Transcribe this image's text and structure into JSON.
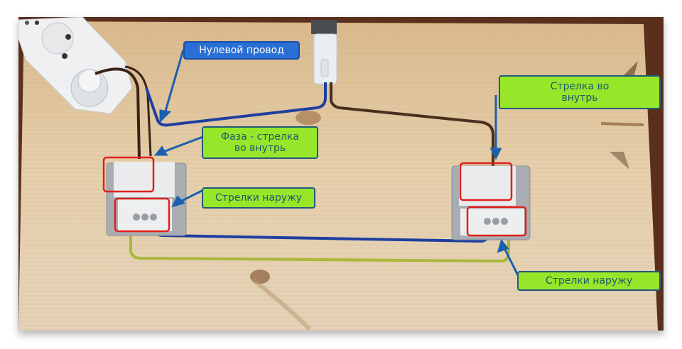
{
  "image": {
    "description": "Wooden board with a power strip, lamp socket and two light switches wired together; annotated callouts in Russian",
    "colors": {
      "wood": "#e3c9a2",
      "blue_callout": "#2a6fd6",
      "green_callout": "#97e62a",
      "highlight_box": "#e0201c",
      "neutral_wire": "#1e3fa0",
      "phase_wire": "#4a2e1e",
      "ground_wire": "#a8b83a"
    }
  },
  "callouts": {
    "neutral_wire": "Нулевой провод",
    "phase_arrow_in": "Фаза - стрелка во внутрь",
    "arrows_out_left": "Стрелки наружу",
    "arrow_in_right": "Стрелка во внутрь",
    "arrows_out_right": "Стрелки наружу"
  }
}
